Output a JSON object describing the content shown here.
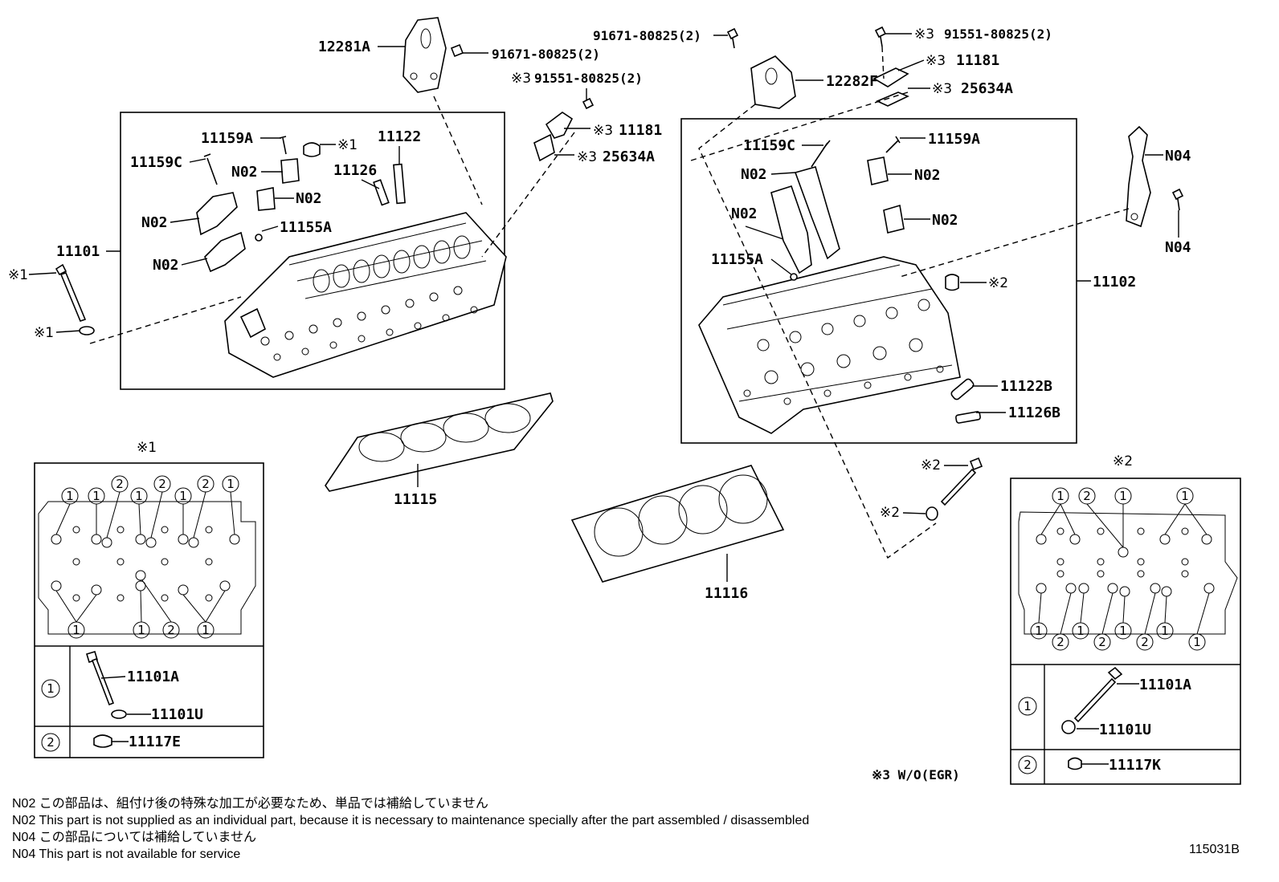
{
  "labels": {
    "p12281A": "12281A",
    "p91671_left": "91671-80825(2)",
    "p91671_mid": "91671-80825(2)",
    "p91551_left": "91551-80825(2)",
    "p91551_right": "91551-80825(2)",
    "p11181_left": "11181",
    "p11181_right": "11181",
    "p25634A_left": "25634A",
    "p25634A_right": "25634A",
    "p12282F": "12282F",
    "p11159A_left": "11159A",
    "p11159C_left": "11159C",
    "p11122": "11122",
    "p11126": "11126",
    "p11155A_left": "11155A",
    "p11101": "11101",
    "p11159C_right": "11159C",
    "p11159A_right": "11159A",
    "p11155A_right": "11155A",
    "p11102": "11102",
    "p11122B": "11122B",
    "p11126B": "11126B",
    "p11115": "11115",
    "p11116": "11116",
    "pN04": "N04",
    "pN02": "N02"
  },
  "marks": {
    "m1": "※1",
    "m2": "※2",
    "m3": "※3"
  },
  "circled": {
    "one": "1",
    "two": "2"
  },
  "legend_left": {
    "bolt": "11101A",
    "washer": "11101U",
    "plug": "11117E"
  },
  "legend_right": {
    "bolt": "11101A",
    "washer": "11101U",
    "plug": "11117K"
  },
  "egr_note": "※3  W/O(EGR)",
  "footnotes": [
    "N02  この部品は、組付け後の特殊な加工が必要なため、単品では補給していません",
    "N02  This part is not supplied as an individual part, because it is necessary to maintenance specially after the part assembled / disassembled",
    "N04  この部品については補給していません",
    "N04  This part is not available for service"
  ],
  "figure_id": "115031B"
}
